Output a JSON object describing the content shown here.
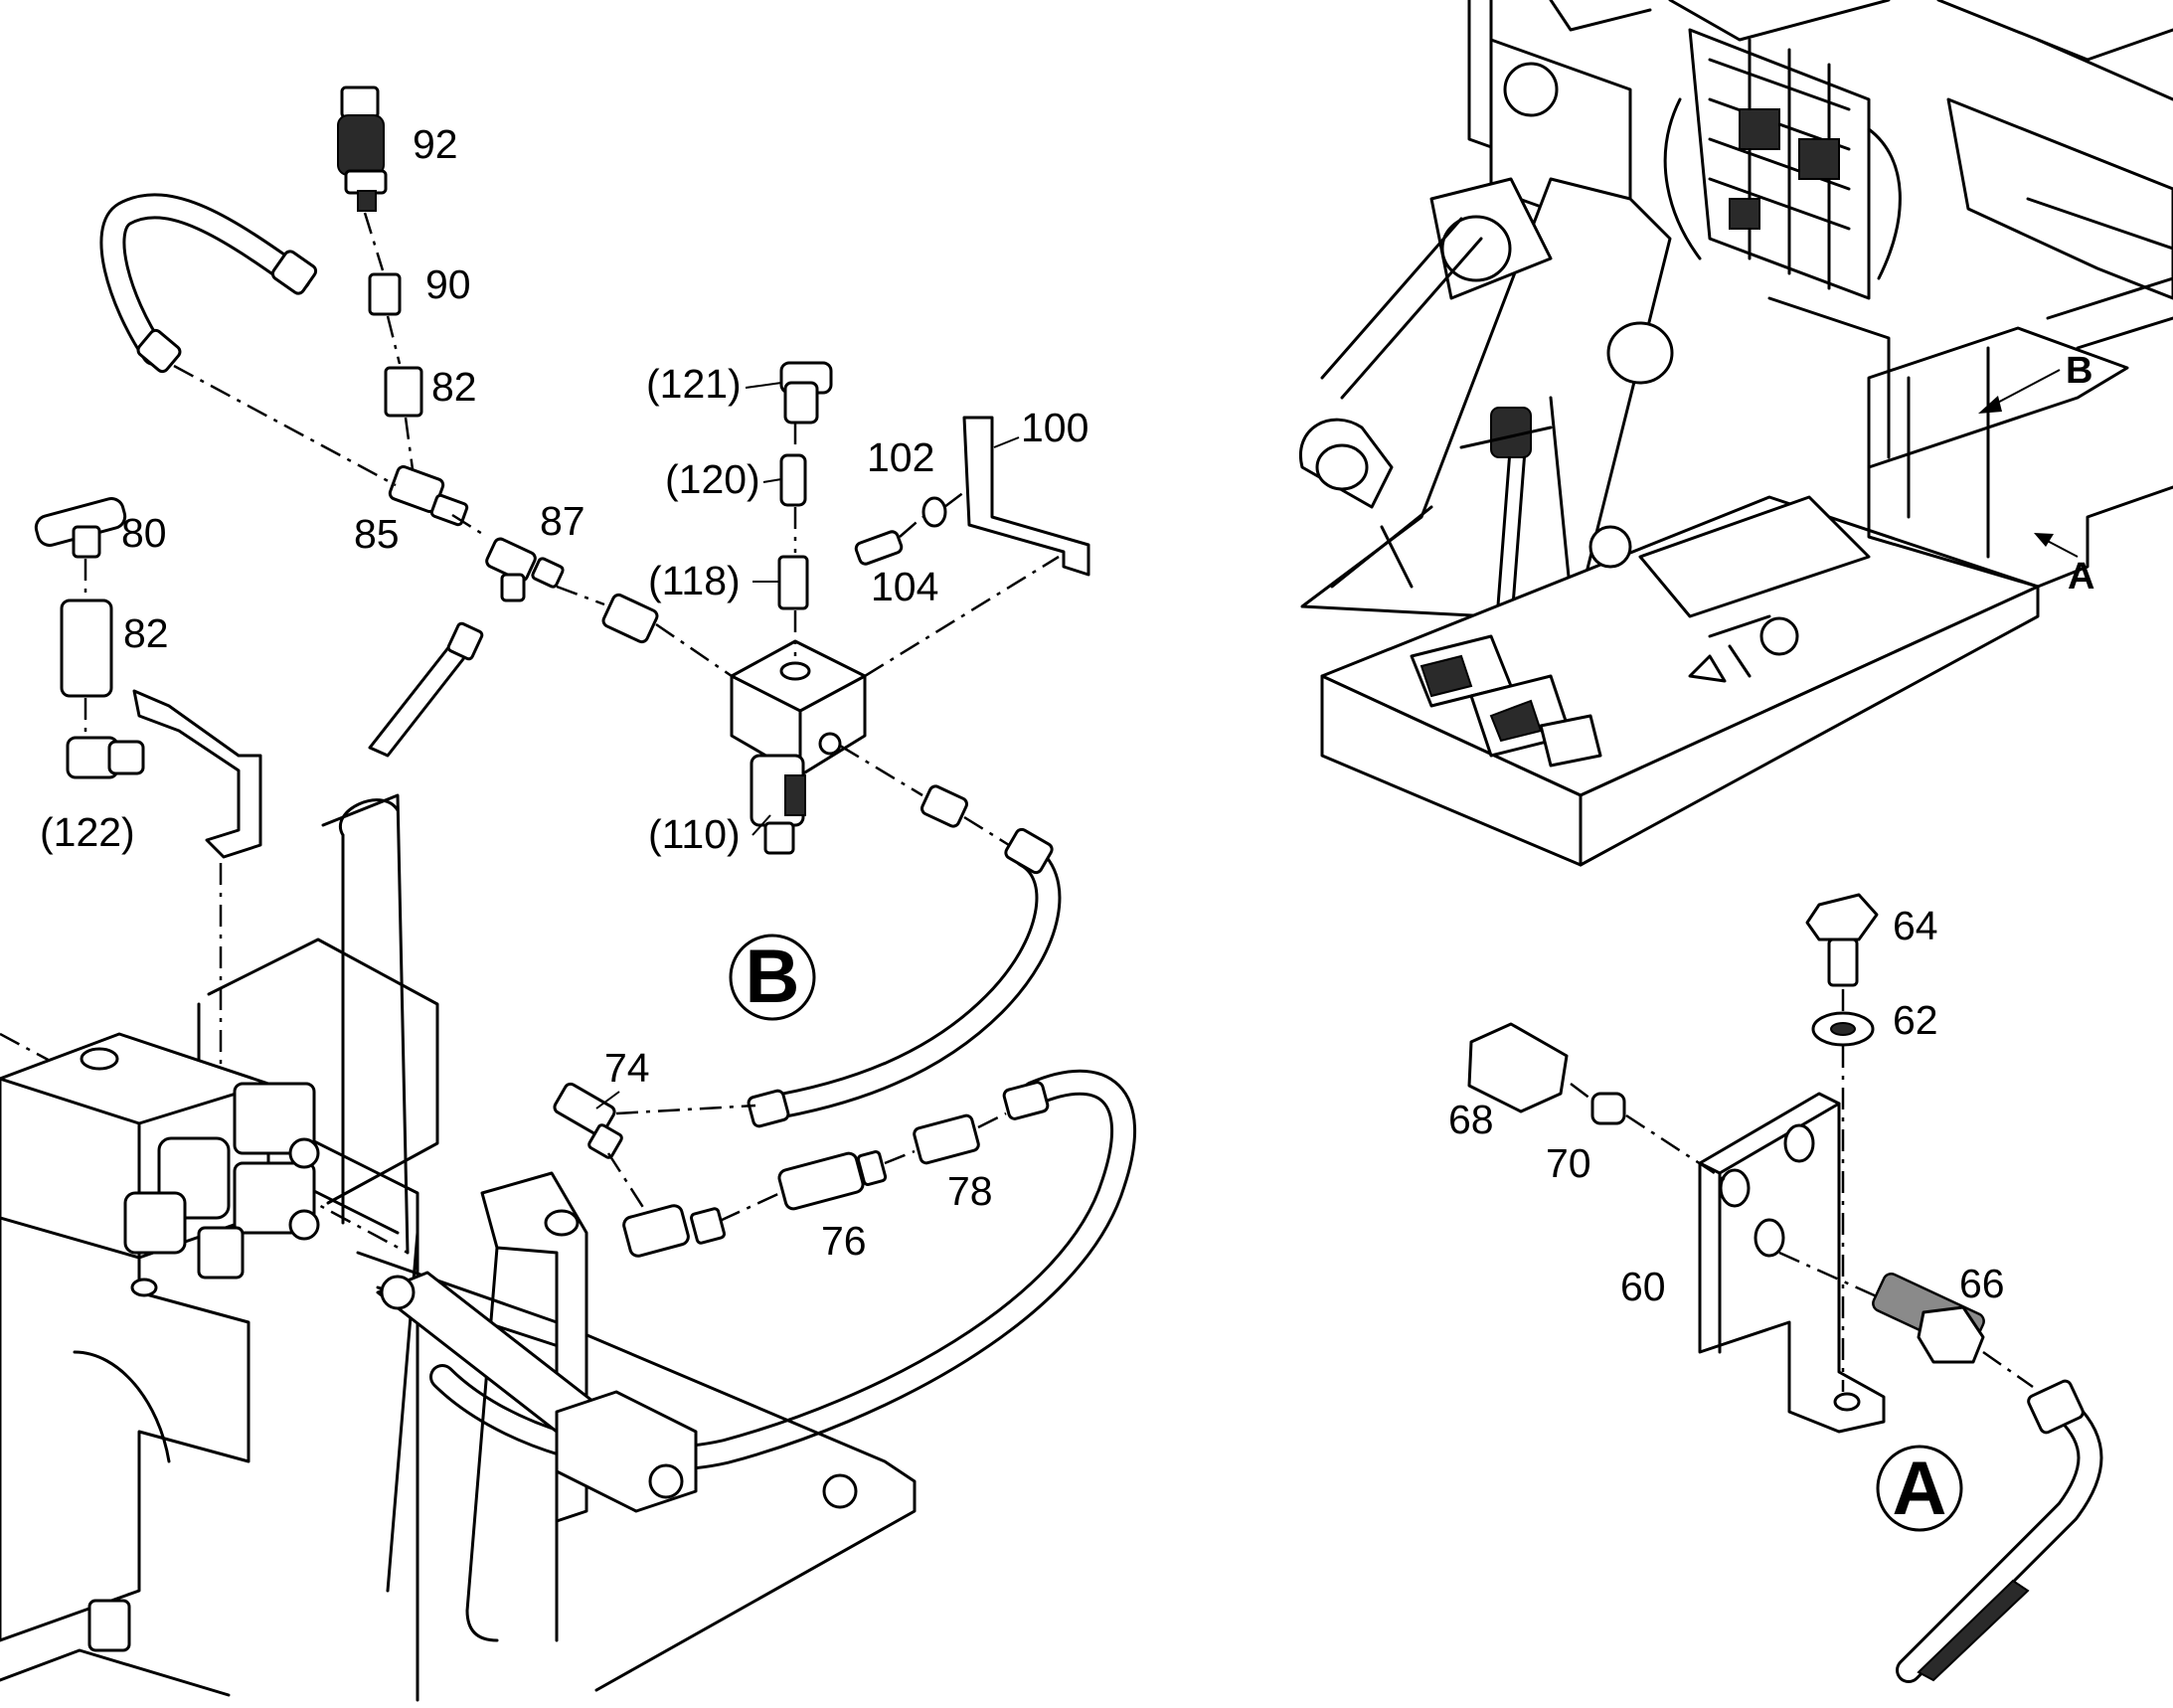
{
  "labels": {
    "l92": "92",
    "l90": "90",
    "l82a": "82",
    "l85": "85",
    "l87": "87",
    "l80": "80",
    "l82b": "82",
    "l122": "(122)",
    "l121": "(121)",
    "l120": "(120)",
    "l118": "(118)",
    "l110": "(110)",
    "l102": "102",
    "l104": "104",
    "l100": "100",
    "l74": "74",
    "l76": "76",
    "l78": "78",
    "l64": "64",
    "l62": "62",
    "l68": "68",
    "l70": "70",
    "l60": "60",
    "l66": "66"
  },
  "details": {
    "b": "B",
    "a": "A"
  },
  "refs": {
    "b": "B",
    "a": "A"
  }
}
